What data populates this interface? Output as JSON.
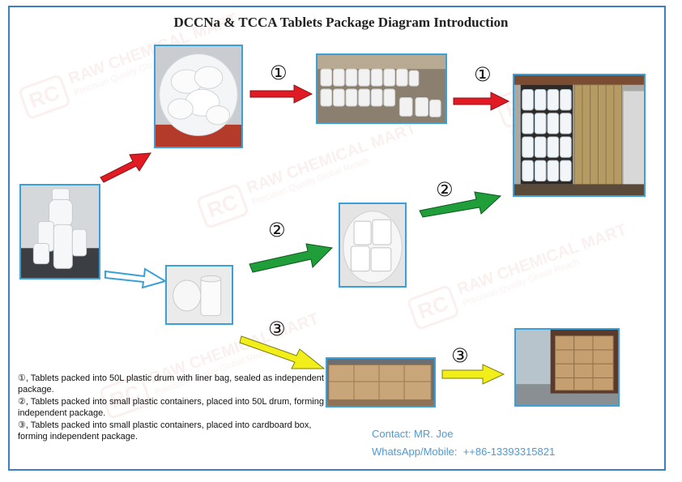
{
  "title": "DCCNa & TCCA Tablets Package Diagram Introduction",
  "step_markers": {
    "one": "①",
    "two": "②",
    "three": "③"
  },
  "notes": [
    "①, Tablets packed into 50L plastic drum with liner bag, sealed as independent package.",
    "②, Tablets packed into small plastic containers, placed into 50L drum, forming independent package.",
    "③, Tablets packed into small plastic containers, placed into cardboard box, forming independent package."
  ],
  "contact": {
    "name": "Contact: MR. Joe",
    "phone": "WhatsApp/Mobile:  ++86-13393315821"
  },
  "watermark": {
    "logo": "RC",
    "company": "RAW CHEMICAL MART",
    "slogan": "Precision Quality Global Reach"
  },
  "colors": {
    "frame": "#3c7fc4",
    "arrow_red": "#e01b24",
    "arrow_green": "#1f9e3a",
    "arrow_yellow": "#f2ee1a",
    "arrow_white": "#ffffff",
    "contact_text": "#4d9ad6"
  }
}
